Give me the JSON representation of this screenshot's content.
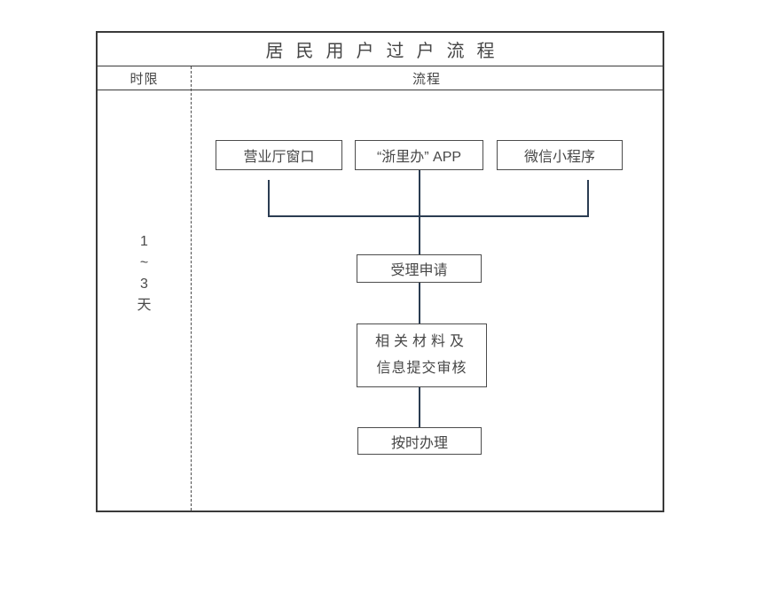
{
  "meta": {
    "connector_color": "#2b3c52",
    "border_color": "#3a3a3a",
    "text_color": "#474747",
    "background_color": "#ffffff"
  },
  "title": "居民用户过户流程",
  "header": {
    "time_limit_label": "时限",
    "process_label": "流程"
  },
  "timeline": {
    "chars": [
      "1",
      "~",
      "3",
      "天"
    ],
    "value": "1~3天"
  },
  "flow": {
    "channels": [
      {
        "label": "营业厅窗口"
      },
      {
        "label": "“浙里办” APP"
      },
      {
        "label": "微信小程序"
      }
    ],
    "steps": [
      {
        "lines": [
          "受理申请"
        ]
      },
      {
        "lines": [
          "相关材料及",
          "信息提交审核"
        ]
      },
      {
        "lines": [
          "按时办理"
        ]
      }
    ]
  }
}
